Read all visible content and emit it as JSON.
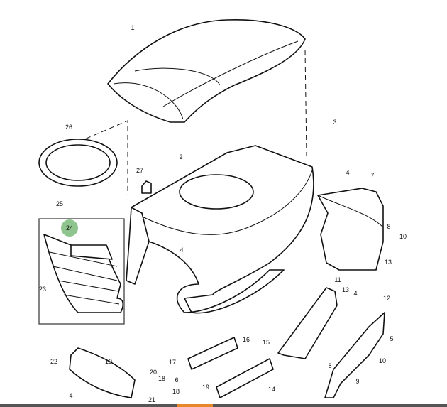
{
  "diagram": {
    "highlight_color": "#8fc48f",
    "callouts": [
      "1",
      "2",
      "3",
      "4",
      "7",
      "8",
      "10",
      "13",
      "26",
      "27",
      "25",
      "24",
      "23",
      "4",
      "11",
      "13",
      "4",
      "12",
      "16",
      "15",
      "17",
      "19",
      "22",
      "20",
      "18",
      "6",
      "18",
      "19",
      "14",
      "5",
      "8",
      "10",
      "9",
      "4",
      "21"
    ]
  }
}
